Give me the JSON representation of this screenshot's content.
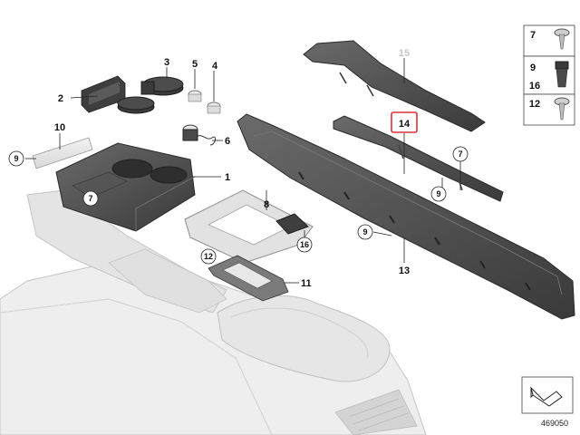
{
  "labels": {
    "p1": "1",
    "p2": "2",
    "p3": "3",
    "p4": "4",
    "p5": "5",
    "p6": "6",
    "p7a": "7",
    "p7b": "7",
    "p8": "8",
    "p9a": "9",
    "p9b": "9",
    "p9c": "9",
    "p10": "10",
    "p11": "11",
    "p12": "12",
    "p13": "13",
    "p14": "14",
    "p15": "15",
    "p16": "16"
  },
  "legend": {
    "row1": "7",
    "row2a": "9",
    "row2b": "16",
    "row3": "12"
  },
  "diagram_number": "469050",
  "colors": {
    "highlight": "#d9343c",
    "part_dark": "#4a4a4a",
    "part_light": "#d9d9d9",
    "console_fill": "#ececec"
  }
}
